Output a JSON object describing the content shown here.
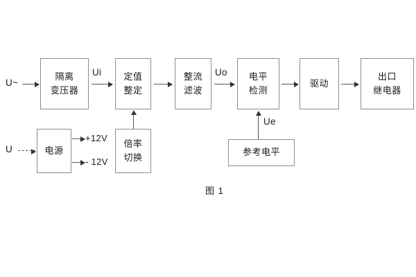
{
  "figure": {
    "caption": "图 1",
    "signal_path_labels": {
      "input_ac": "U~",
      "input_dc": "U",
      "ui": "Ui",
      "uo": "Uo",
      "ue": "Ue",
      "rail_positive": "+12V",
      "rail_negative": "- 12V"
    },
    "colors": {
      "block_border": "#8c8c8c",
      "arrow": "#555555",
      "arrow_head": "#333333",
      "text": "#1a1a1a",
      "background": "#ffffff"
    }
  },
  "blocks": [
    {
      "id": "isolation-transformer",
      "lines": [
        "隔离",
        "变压器"
      ]
    },
    {
      "id": "setting-value",
      "lines": [
        "定值",
        "整定"
      ]
    },
    {
      "id": "rectifier-filter",
      "lines": [
        "整流",
        "滤波"
      ]
    },
    {
      "id": "level-detection",
      "lines": [
        "电平",
        "检测"
      ]
    },
    {
      "id": "drive",
      "lines": [
        "驱动"
      ]
    },
    {
      "id": "output-relay",
      "lines": [
        "出口",
        "继电器"
      ]
    },
    {
      "id": "power-supply",
      "lines": [
        "电源"
      ]
    },
    {
      "id": "multiplier-switch",
      "lines": [
        "倍率",
        "切换"
      ]
    },
    {
      "id": "reference-level",
      "lines": [
        "参考电平"
      ]
    }
  ]
}
